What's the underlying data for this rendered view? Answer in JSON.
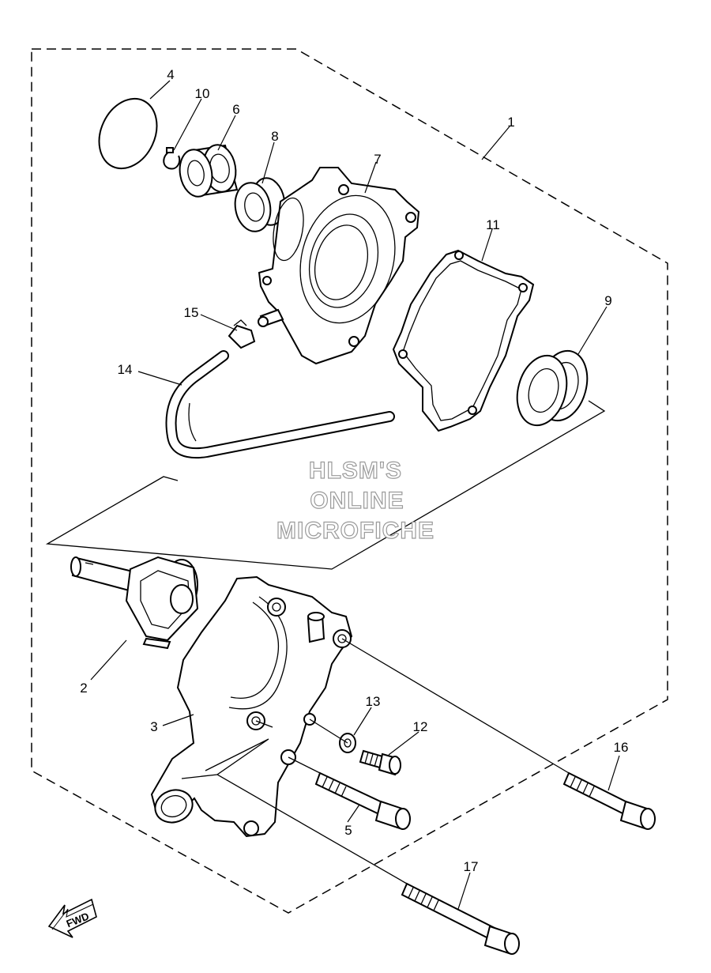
{
  "watermark": {
    "line1": "HLSM'S",
    "line2": "ONLINE",
    "line3": "MICROFICHE"
  },
  "fwd_label": "FWD",
  "callouts": {
    "c1": "1",
    "c2": "2",
    "c3": "3",
    "c4": "4",
    "c5": "5",
    "c6": "6",
    "c7": "7",
    "c8": "8",
    "c9": "9",
    "c10": "10",
    "c11": "11",
    "c12": "12",
    "c13": "13",
    "c14": "14",
    "c15": "15",
    "c16": "16",
    "c17": "17"
  }
}
